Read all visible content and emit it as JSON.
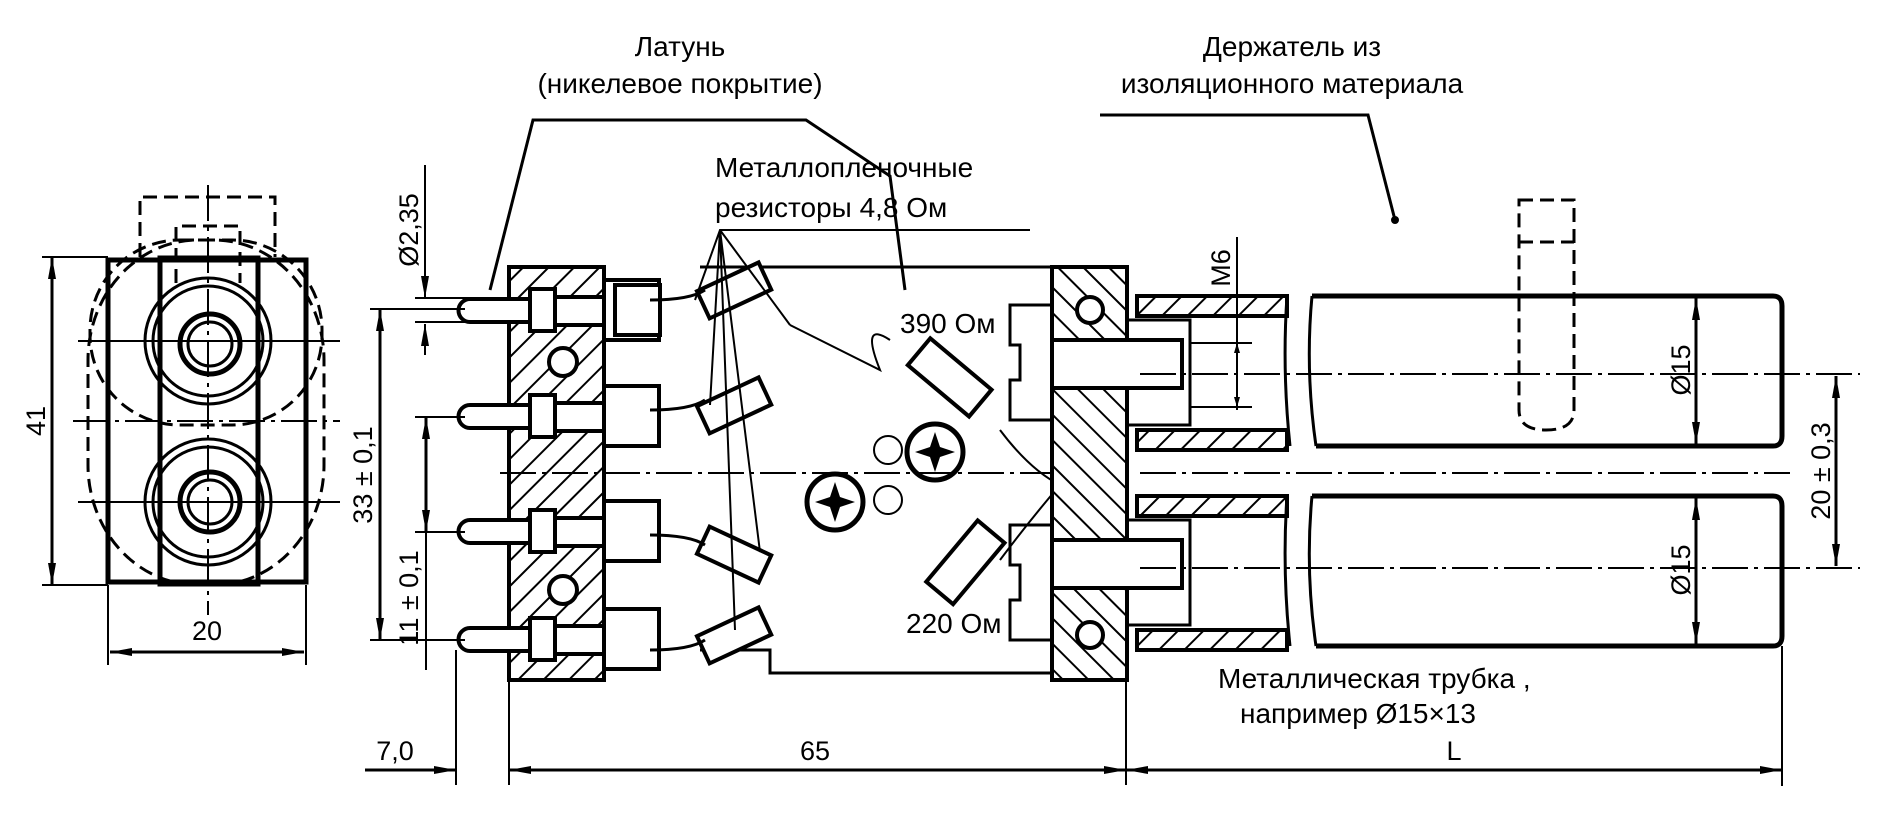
{
  "drawing": {
    "title": "Test plug assembly (technical drawing)",
    "labels": {
      "brass_line1": "Латунь",
      "brass_line2": "(никелевое покрытие)",
      "holder_line1": "Держатель из",
      "holder_line2": "изоляционного материала",
      "resistors_line1": "Металлопленочные",
      "resistors_line2": "резисторы  4,8 Ом",
      "r390": "390 Ом",
      "r220": "220 Ом",
      "tube_line1": "Металлическая трубка ,",
      "tube_line2": "например Ø15×13"
    },
    "dimensions": {
      "side_height": "41",
      "side_width": "20",
      "pin_diameter": "Ø2,35",
      "pin_spacing_outer": "33 ± 0,1",
      "pin_spacing_inner": "11 ± 0,1",
      "pin_length": "7,0",
      "body_length": "65",
      "tube_length": "L",
      "thread": "M6",
      "tube_diameter_top": "Ø15",
      "tube_diameter_bottom": "Ø15",
      "tube_spacing": "20 ± 0,3"
    }
  }
}
